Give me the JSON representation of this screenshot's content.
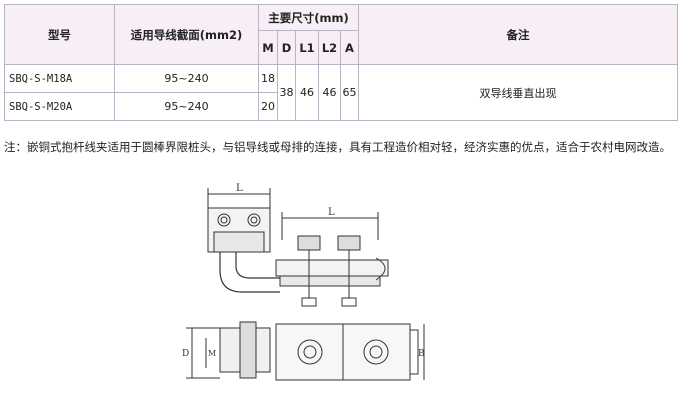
{
  "table": {
    "headers": {
      "model": "型号",
      "section": "适用导线截面(mm2)",
      "dims_group": "主要尺寸(mm)",
      "remarks": "备注",
      "dim_cols": [
        "M",
        "D",
        "L1",
        "L2",
        "A"
      ]
    },
    "rows": [
      {
        "model": "SBQ-S-M18A",
        "section": "95~240",
        "m": "18"
      },
      {
        "model": "SBQ-S-M20A",
        "section": "95~240",
        "m": "20"
      }
    ],
    "shared": {
      "d": "38",
      "l1": "46",
      "l2": "46",
      "a": "65",
      "remark": "双导线垂直出现"
    }
  },
  "note": "注：嵌铜式抱杆线夹适用于圆棒界限桩头，与铝导线或母排的连接，具有工程造价相对轻，经济实惠的优点，适合于农村电网改造。",
  "drawing_labels": {
    "l_top": "L",
    "l_side": "L",
    "d": "D",
    "m": "M",
    "b": "B"
  }
}
